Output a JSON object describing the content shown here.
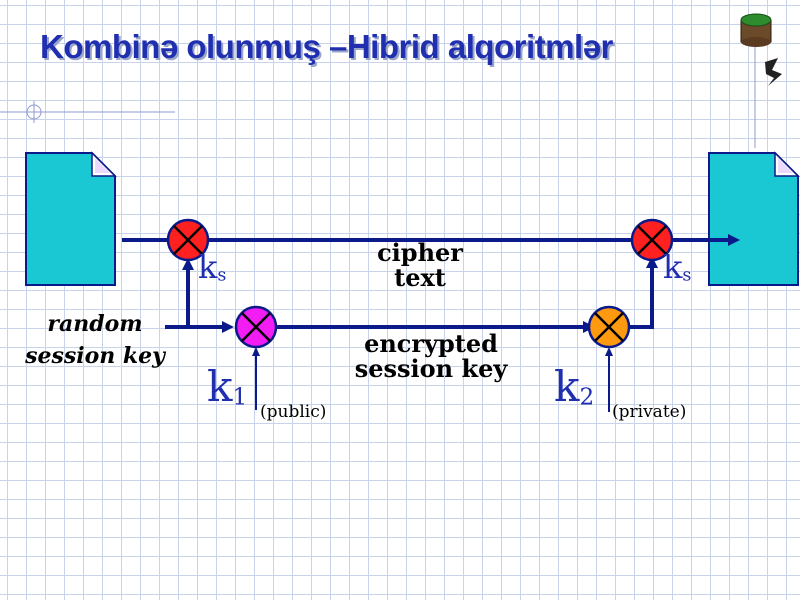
{
  "slide": {
    "title": "Kombinə olunmuş –Hibrid alqoritmlər"
  },
  "diagram": {
    "cipher_text_line1": "cipher",
    "cipher_text_line2": "text",
    "encrypted_line1": "encrypted",
    "encrypted_line2": "session key",
    "random_line1": "random",
    "random_line2": "session key",
    "ks_letter": "k",
    "ks_sub": "s",
    "k1_letter": "k",
    "k1_sub": "1",
    "k1_note": "(public)",
    "k2_letter": "k",
    "k2_sub": "2",
    "k2_note": "(private)"
  },
  "colors": {
    "title": "#1f2fb0",
    "line": "#0b1a8a",
    "document": "#19c8d2",
    "xor_red": "#ff2020",
    "xor_magenta": "#f21df2",
    "xor_orange": "#ff9a10"
  }
}
